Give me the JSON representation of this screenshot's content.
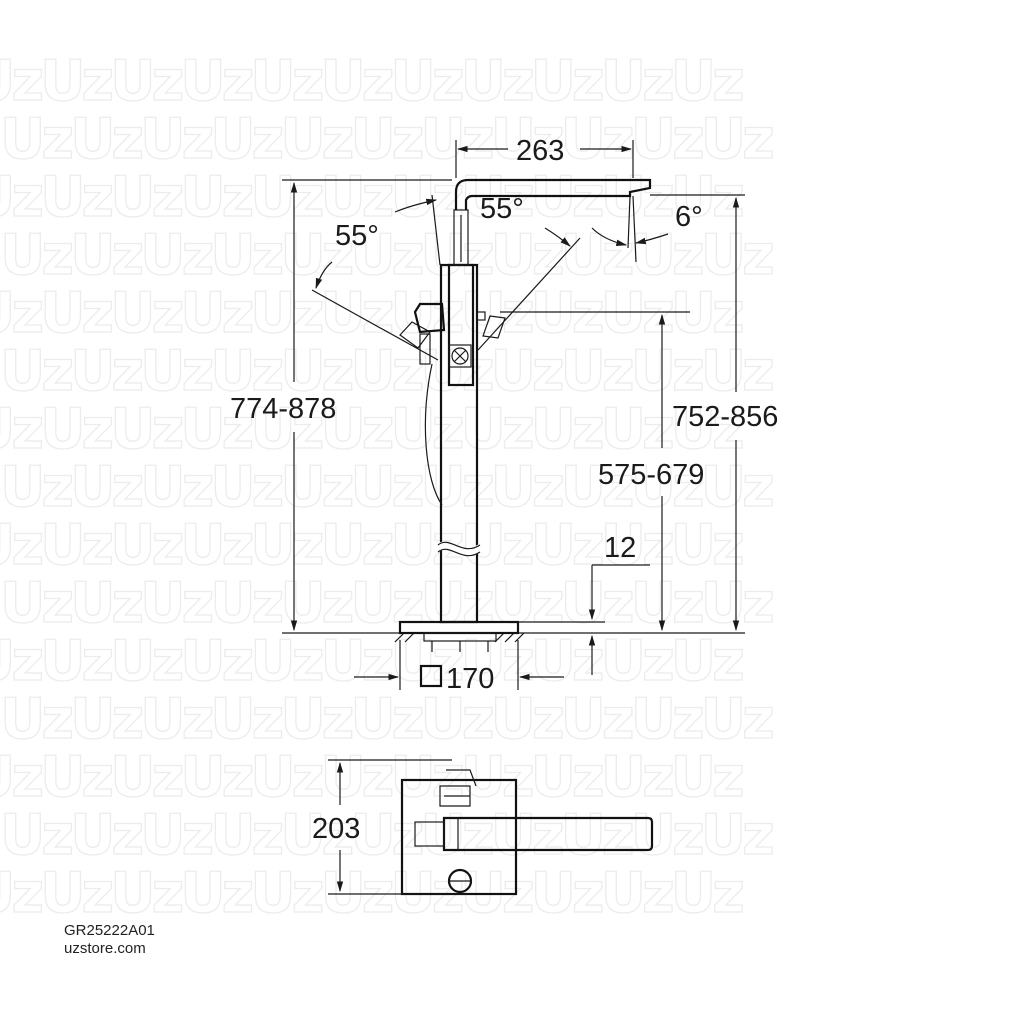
{
  "watermark": {
    "text": "UzUzUzUzUzUzUzUzUzUzUz"
  },
  "dimensions": {
    "spout_reach": "263",
    "handle_angle_left": "55°",
    "handle_angle_right": "55°",
    "spout_angle": "6°",
    "total_height": "774-878",
    "spout_height": "752-856",
    "handle_height": "575-679",
    "base_height": "12",
    "base_square": "170",
    "plan_depth": "203"
  },
  "footer": {
    "product_code": "GR25222A01",
    "store": "uzstore.com"
  }
}
